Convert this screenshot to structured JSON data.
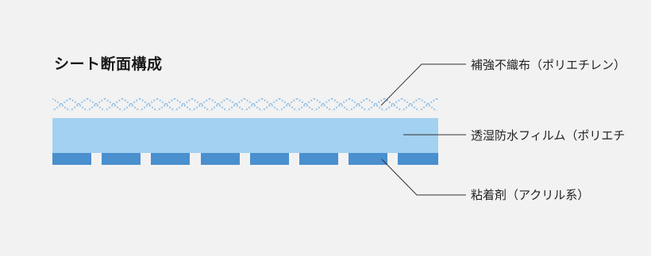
{
  "title": "シート断面構成",
  "layers": [
    {
      "label": "補強不織布（ポリエチレン）",
      "color": "#8fbde4"
    },
    {
      "label": "透湿防水フィルム（ポリエチ",
      "color": "#a3d1f1"
    },
    {
      "label": "粘着剤（アクリル系）",
      "color": "#4a8fce"
    }
  ],
  "colors": {
    "background": "#f2f2f2",
    "leader_line": "#333333"
  }
}
